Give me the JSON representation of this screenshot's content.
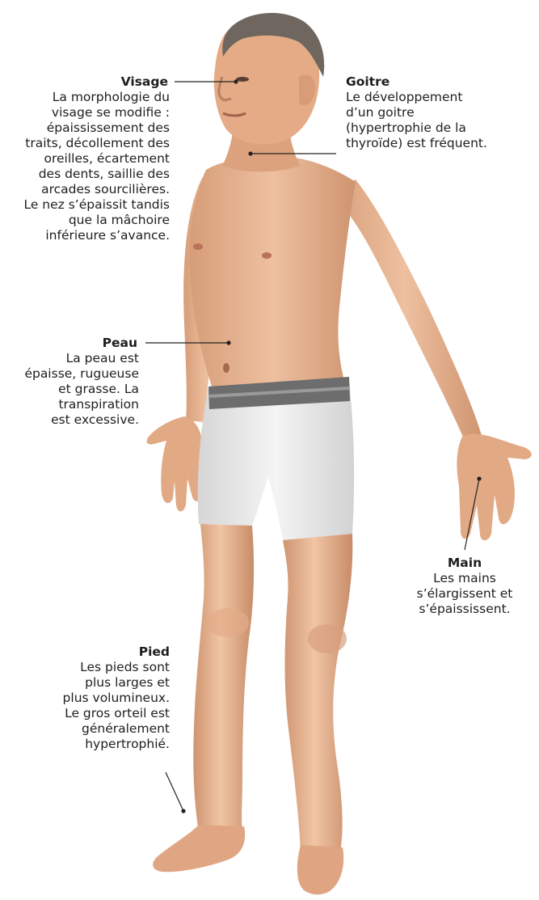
{
  "callouts": {
    "visage": {
      "title": "Visage",
      "text": "La morphologie du\nvisage se modifie :\népaississement des\ntraits, décollement des\noreilles, écartement\ndes dents, saillie des\narcades sourcilières.\nLe nez s’épaissit tandis\nque la mâchoire\ninférieure s’avance."
    },
    "goitre": {
      "title": "Goitre",
      "text": "Le développement\nd’un goitre\n(hypertrophie de la\nthyroïde) est fréquent."
    },
    "peau": {
      "title": "Peau",
      "text": "La peau est\népaisse, rugueuse\net grasse. La\ntranspiration\nest excessive."
    },
    "main": {
      "title": "Main",
      "text": "Les mains\ns’élargissent et\ns’épaississent."
    },
    "pied": {
      "title": "Pied",
      "text": "Les pieds sont\nplus larges et\nplus volumineux.\nLe gros orteil est\ngénéralement\nhypertrophié."
    }
  },
  "colors": {
    "skin": "#e8b48e",
    "skin_shadow": "#c98f6b",
    "hair": "#6f675f",
    "underwear": "#e9e9e9",
    "waistband": "#6d6d6d",
    "leader_line": "#222222"
  }
}
